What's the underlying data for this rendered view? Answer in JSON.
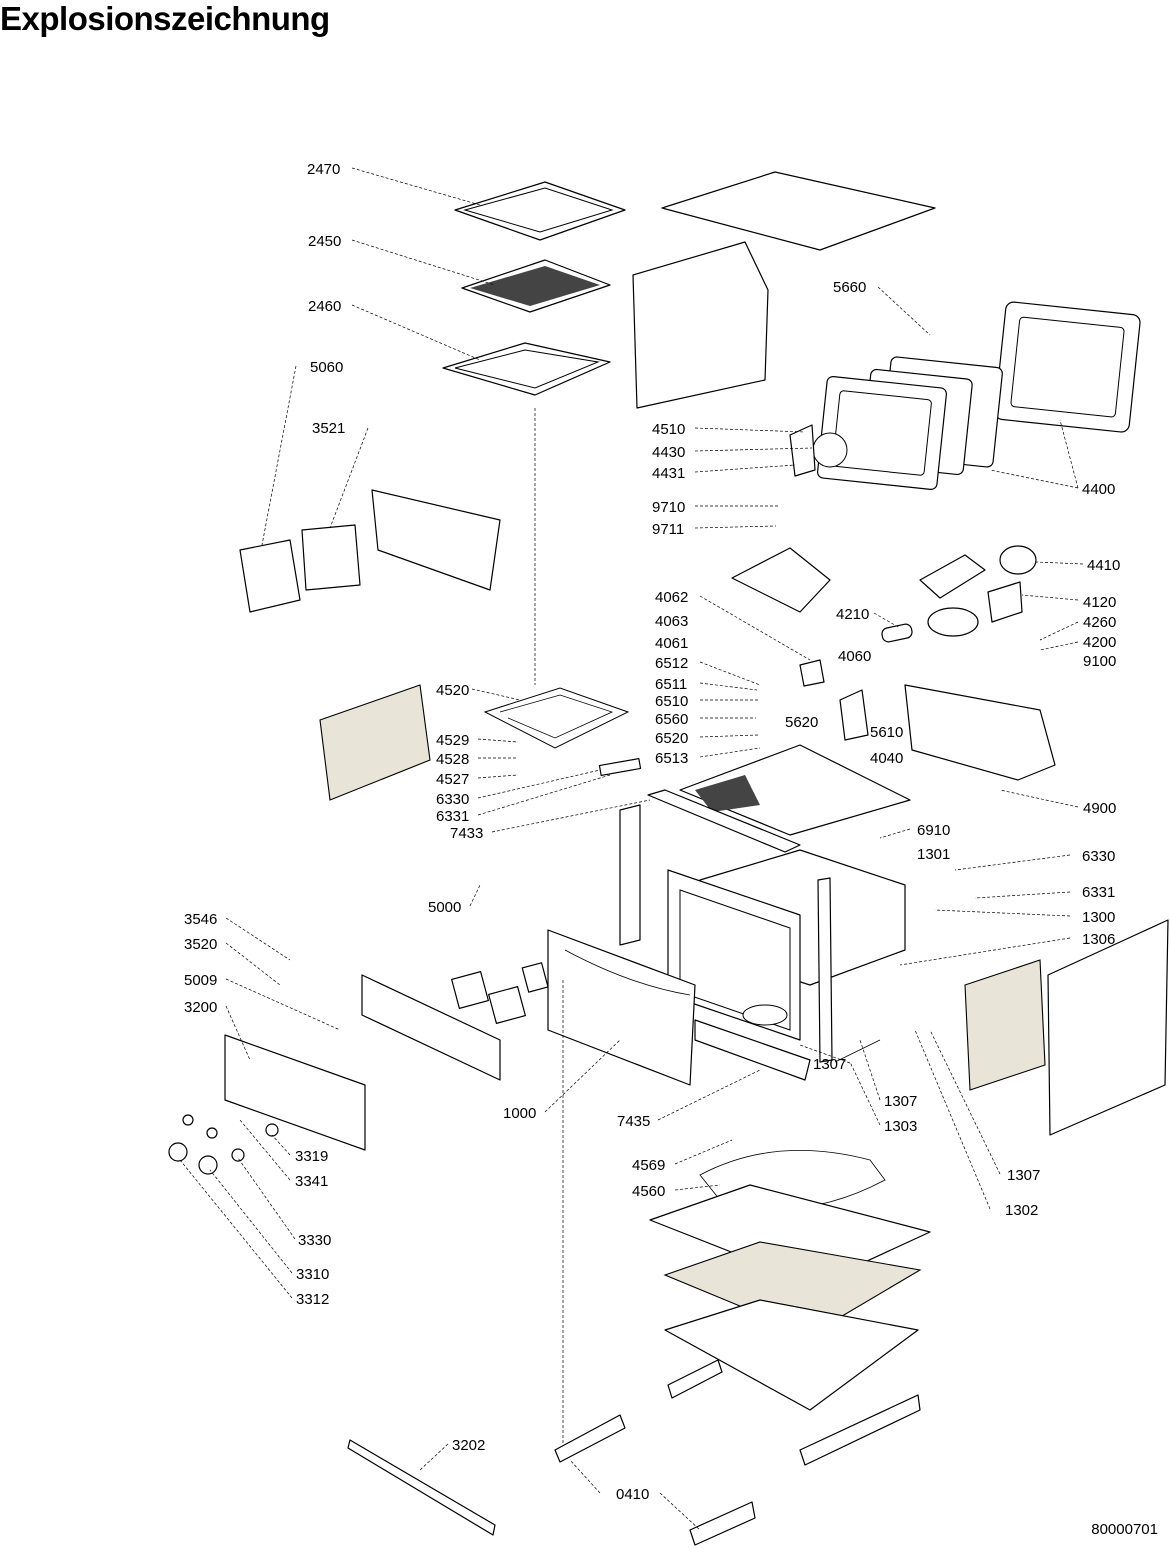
{
  "title": "Explosionszeichnung",
  "document_number": "80000701",
  "part_labels": {
    "p2470": "2470",
    "p2450": "2450",
    "p2460": "2460",
    "p5060": "5060",
    "p3521": "3521",
    "p5660": "5660",
    "p4510": "4510",
    "p4430": "4430",
    "p4431": "4431",
    "p4400": "4400",
    "p9710": "9710",
    "p9711": "9711",
    "p4410": "4410",
    "p4210": "4210",
    "p4120": "4120",
    "p4260": "4260",
    "p4200": "4200",
    "p9100": "9100",
    "p4062": "4062",
    "p4063": "4063",
    "p4061": "4061",
    "p6512": "6512",
    "p4060": "4060",
    "p6511": "6511",
    "p6510": "6510",
    "p6560": "6560",
    "p5620": "5620",
    "p5610": "5610",
    "p6520": "6520",
    "p4040": "4040",
    "p6513": "6513",
    "p4520": "4520",
    "p4529": "4529",
    "p4528": "4528",
    "p4527": "4527",
    "p6330a": "6330",
    "p6331a": "6331",
    "p7433": "7433",
    "p4900": "4900",
    "p6910": "6910",
    "p1301": "1301",
    "p6330b": "6330",
    "p6331b": "6331",
    "p1300": "1300",
    "p1306": "1306",
    "p5000": "5000",
    "p3546": "3546",
    "p3520": "3520",
    "p5009": "5009",
    "p3200": "3200",
    "p1307a": "1307",
    "p1307b": "1307",
    "p1303": "1303",
    "p1307c": "1307",
    "p1302": "1302",
    "p1000": "1000",
    "p7435": "7435",
    "p3319": "3319",
    "p3341": "3341",
    "p4569": "4569",
    "p4560": "4560",
    "p3330": "3330",
    "p3310": "3310",
    "p3312": "3312",
    "p3202": "3202",
    "p0410": "0410"
  }
}
